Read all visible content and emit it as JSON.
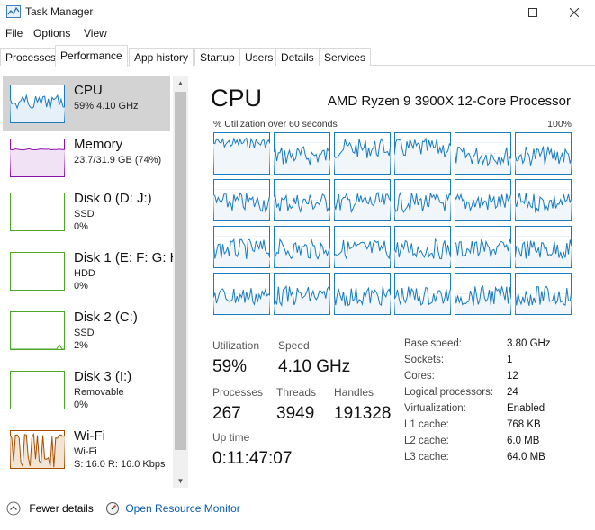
{
  "window": {
    "title": "Task Manager"
  },
  "menu": [
    "File",
    "Options",
    "View"
  ],
  "tabs": [
    "Processes",
    "Performance",
    "App history",
    "Startup",
    "Users",
    "Details",
    "Services"
  ],
  "sidebar": [
    {
      "name": "CPU",
      "sub1": "59%  4.10 GHz",
      "sub2": "",
      "sub3": ""
    },
    {
      "name": "Memory",
      "sub1": "23.7/31.9 GB (74%)",
      "sub2": "",
      "sub3": ""
    },
    {
      "name": "Disk 0 (D: J:)",
      "sub1": "SSD",
      "sub2": "0%",
      "sub3": ""
    },
    {
      "name": "Disk 1 (E: F: G: H",
      "sub1": "HDD",
      "sub2": "0%",
      "sub3": ""
    },
    {
      "name": "Disk 2 (C:)",
      "sub1": "SSD",
      "sub2": "2%",
      "sub3": ""
    },
    {
      "name": "Disk 3 (I:)",
      "sub1": "Removable",
      "sub2": "0%",
      "sub3": ""
    },
    {
      "name": "Wi-Fi",
      "sub1": "Wi-Fi",
      "sub2": "S: 16.0  R: 16.0 Kbps",
      "sub3": ""
    }
  ],
  "main": {
    "title": "CPU",
    "model": "AMD Ryzen 9 3900X 12-Core Processor",
    "graph_label": "% Utilization over 60 seconds",
    "graph_max": "100%",
    "stats": {
      "utilization_label": "Utilization",
      "utilization": "59%",
      "speed_label": "Speed",
      "speed": "4.10 GHz",
      "processes_label": "Processes",
      "processes": "267",
      "threads_label": "Threads",
      "threads": "3949",
      "handles_label": "Handles",
      "handles": "191328",
      "uptime_label": "Up time",
      "uptime": "0:11:47:07"
    },
    "specs": [
      {
        "label": "Base speed:",
        "value": "3.80 GHz"
      },
      {
        "label": "Sockets:",
        "value": "1"
      },
      {
        "label": "Cores:",
        "value": "12"
      },
      {
        "label": "Logical processors:",
        "value": "24"
      },
      {
        "label": "Virtualization:",
        "value": "Enabled"
      },
      {
        "label": "L1 cache:",
        "value": "768 KB"
      },
      {
        "label": "L2 cache:",
        "value": "6.0 MB"
      },
      {
        "label": "L3 cache:",
        "value": "64.0 MB"
      }
    ]
  },
  "footer": {
    "fewer_details": "Fewer details",
    "resource_monitor": "Open Resource Monitor"
  },
  "colors": {
    "cpu": "#1a7bc0",
    "cpu_fill": "#f1f6fa",
    "memory": "#8b12ae",
    "disk": "#4ca727",
    "wifi": "#a74f01",
    "link": "#0b5aa8"
  },
  "icons": {
    "app": "task-manager-icon",
    "minimize": "minimize-icon",
    "maximize": "maximize-icon",
    "close": "close-icon",
    "fewer": "chevron-up-icon",
    "monitor": "resource-monitor-icon"
  }
}
